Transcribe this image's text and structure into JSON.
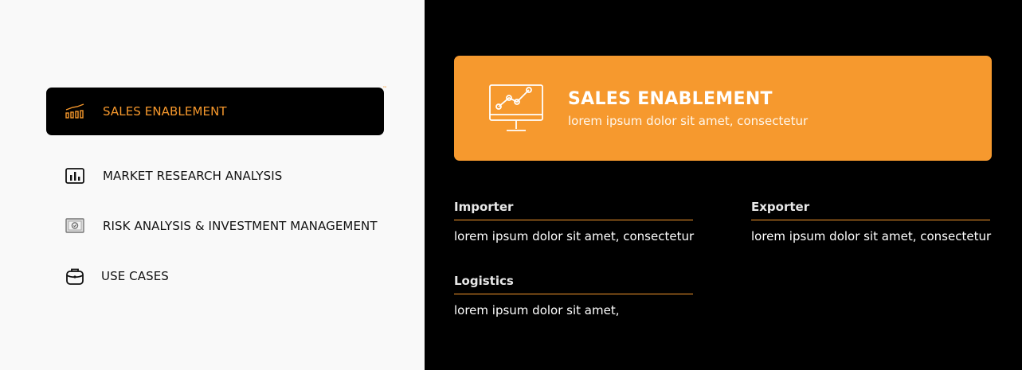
{
  "nav": {
    "items": [
      {
        "label": "SALES ENABLEMENT",
        "icon": "bar-chart-icon",
        "active": true
      },
      {
        "label": "MARKET RESEARCH ANALYSIS",
        "icon": "chart-box-icon",
        "active": false
      },
      {
        "label": "RISK ANALYSIS & INVESTMENT MANAGEMENT",
        "icon": "shield-laptop-icon",
        "active": false
      },
      {
        "label": "USE CASES",
        "icon": "briefcase-icon",
        "active": false
      }
    ],
    "corner_mark": "™"
  },
  "hero": {
    "icon": "monitor-chart-icon",
    "title": "SALES ENABLEMENT",
    "subtitle": "lorem ipsum dolor sit amet, consectetur"
  },
  "details": [
    {
      "heading": "Importer",
      "text": "lorem ipsum dolor sit amet, consectetur"
    },
    {
      "heading": "Exporter",
      "text": "lorem ipsum dolor sit amet, consectetur"
    },
    {
      "heading": "Logistics",
      "text": "lorem ipsum dolor sit amet,"
    }
  ],
  "colors": {
    "accent": "#f6992e",
    "left_bg": "#f9f9f9",
    "right_bg": "#000000"
  }
}
